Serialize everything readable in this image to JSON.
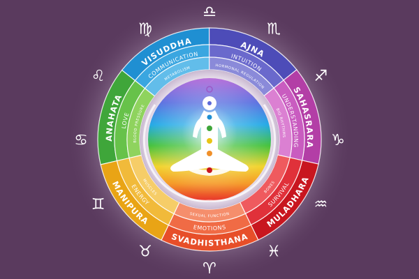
{
  "colors": {
    "background": "#5a3a5e",
    "glow": "#ffffff"
  },
  "chakras": [
    {
      "name": "ANAHATA",
      "quality": "LOVE",
      "body": "BLOOD PRESSURE",
      "color": "#3fa63a",
      "mid": "#67c24a",
      "light": "#8fd35e"
    },
    {
      "name": "VISUDDHA",
      "quality": "COMMUNICATION",
      "body": "METABOLISM",
      "color": "#1f8fd2",
      "mid": "#3aa6e0",
      "light": "#62bdea"
    },
    {
      "name": "AJNA",
      "quality": "INTUITION",
      "body": "HORMONAL REGULATION",
      "color": "#4d4cb8",
      "mid": "#6a69cc",
      "light": "#8a8ad9"
    },
    {
      "name": "SAHASRARA",
      "quality": "UNDERSTANDING",
      "body": "BIO RHYTHMS",
      "color": "#b33ea6",
      "mid": "#c95cc0",
      "light": "#db80d2"
    },
    {
      "name": "MULADHARA",
      "quality": "SURVIVAL",
      "body": "BONES",
      "color": "#c8161f",
      "mid": "#e0313a",
      "light": "#ef5a5e"
    },
    {
      "name": "SVADHISTHANA",
      "quality": "EMOTIONS",
      "body": "SEXUAL FUNCTION",
      "color": "#e74e29",
      "mid": "#f06b45",
      "light": "#f58e6c"
    },
    {
      "name": "MANIPURA",
      "quality": "ENERGY",
      "body": "MUSCLES",
      "color": "#e9a415",
      "mid": "#f1ba3a",
      "light": "#f6cd68"
    }
  ],
  "zodiac": [
    {
      "icon": "libra-icon",
      "glyph": "♎"
    },
    {
      "icon": "scorpio-icon",
      "glyph": "♏"
    },
    {
      "icon": "sagittarius-icon",
      "glyph": "♐"
    },
    {
      "icon": "capricorn-icon",
      "glyph": "♑"
    },
    {
      "icon": "aquarius-icon",
      "glyph": "♒"
    },
    {
      "icon": "pisces-icon",
      "glyph": "♓"
    },
    {
      "icon": "aries-icon",
      "glyph": "♈"
    },
    {
      "icon": "taurus-icon",
      "glyph": "♉"
    },
    {
      "icon": "gemini-icon",
      "glyph": "♊"
    },
    {
      "icon": "cancer-icon",
      "glyph": "♋"
    },
    {
      "icon": "leo-icon",
      "glyph": "♌"
    },
    {
      "icon": "virgo-icon",
      "glyph": "♍"
    }
  ],
  "center_figure": "meditating-figure-icon"
}
